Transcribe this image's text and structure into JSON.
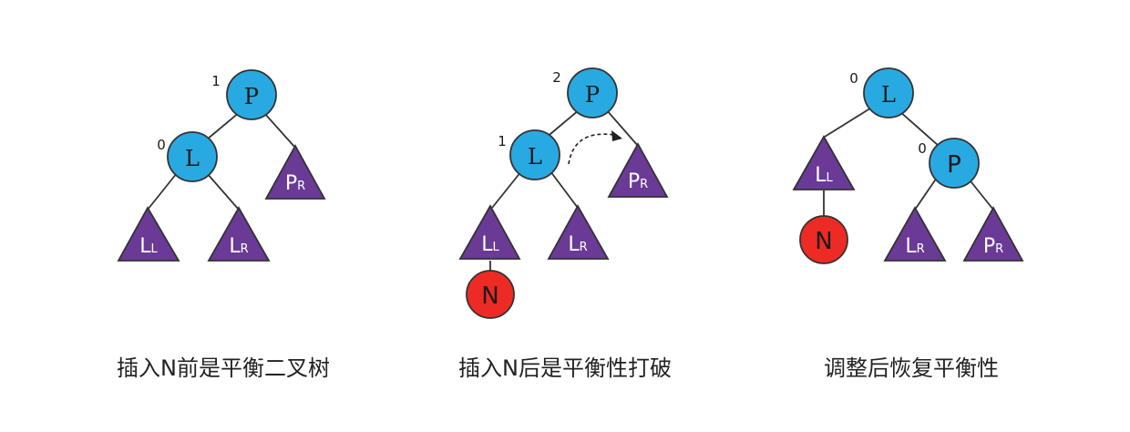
{
  "colors": {
    "node_fill": "#29a9e1",
    "subtree_fill": "#6a3a96",
    "new_node_fill": "#ee2a24",
    "line": "#333333"
  },
  "panels": [
    {
      "id": "before-insert",
      "caption": "插入N前是平衡二叉树",
      "nodes": [
        {
          "id": "P",
          "label": "P",
          "balance": "1"
        },
        {
          "id": "L",
          "label": "L",
          "balance": "0"
        }
      ],
      "subtrees": [
        {
          "id": "PR",
          "main": "P",
          "sub": "R"
        },
        {
          "id": "LL",
          "main": "L",
          "sub": "L"
        },
        {
          "id": "LR",
          "main": "L",
          "sub": "R"
        }
      ]
    },
    {
      "id": "after-insert",
      "caption": "插入N后是平衡性打破",
      "nodes": [
        {
          "id": "P",
          "label": "P",
          "balance": "2"
        },
        {
          "id": "L",
          "label": "L",
          "balance": "1"
        },
        {
          "id": "N",
          "label": "N"
        }
      ],
      "subtrees": [
        {
          "id": "PR",
          "main": "P",
          "sub": "R"
        },
        {
          "id": "LL",
          "main": "L",
          "sub": "L"
        },
        {
          "id": "LR",
          "main": "L",
          "sub": "R"
        }
      ]
    },
    {
      "id": "after-rotation",
      "caption": "调整后恢复平衡性",
      "nodes": [
        {
          "id": "L",
          "label": "L",
          "balance": "0"
        },
        {
          "id": "P",
          "label": "P",
          "balance": "0"
        },
        {
          "id": "N",
          "label": "N"
        }
      ],
      "subtrees": [
        {
          "id": "LL",
          "main": "L",
          "sub": "L"
        },
        {
          "id": "LR",
          "main": "L",
          "sub": "R"
        },
        {
          "id": "PR",
          "main": "P",
          "sub": "R"
        }
      ]
    }
  ]
}
